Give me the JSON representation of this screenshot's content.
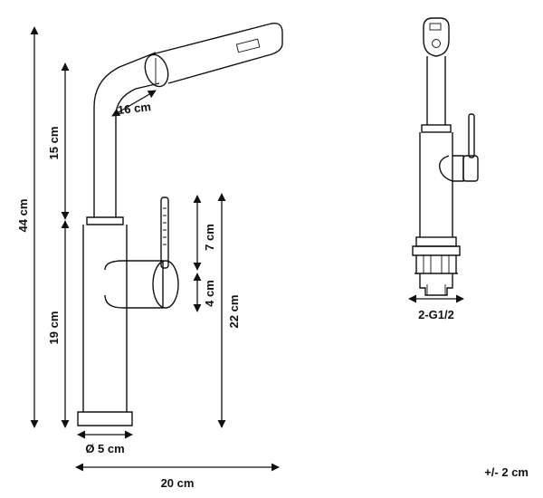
{
  "dimensions": {
    "total_height": "44 cm",
    "spout_height": "15 cm",
    "body_height": "19 cm",
    "spout_reach": "16 cm",
    "handle_offset": "7 cm",
    "handle_diameter": "4 cm",
    "handle_height": "22 cm",
    "base_diameter": "Ø 5 cm",
    "total_width": "20 cm",
    "thread": "2-G1/2",
    "tolerance": "+/- 2 cm"
  }
}
